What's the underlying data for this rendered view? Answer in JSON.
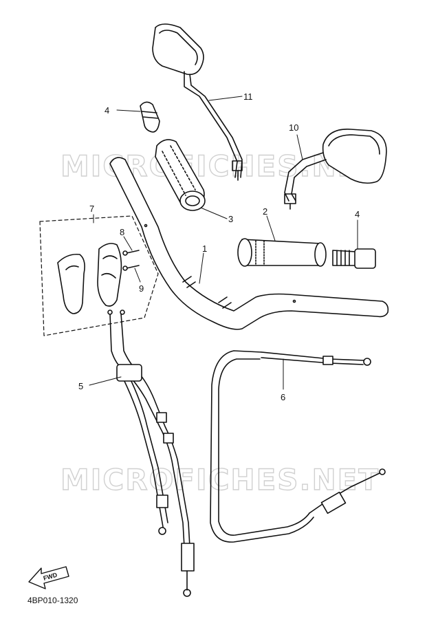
{
  "watermark": "MICROFICHES.NET",
  "callouts": {
    "c1": "1",
    "c2": "2",
    "c3": "3",
    "c4a": "4",
    "c4b": "4",
    "c5": "5",
    "c6": "6",
    "c7": "7",
    "c8": "8",
    "c9": "9",
    "c10": "10",
    "c11": "11"
  },
  "fwd_label": "FWD",
  "diagram_code": "4BP010-1320"
}
